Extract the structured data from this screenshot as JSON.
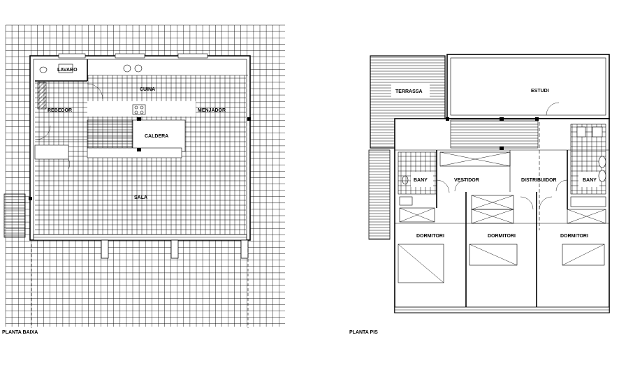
{
  "ground_floor": {
    "title": "PLANTA BAIXA",
    "rooms": {
      "lavabo": "LAVABO",
      "cuina": "CUINA",
      "rebedor": "REBEDOR",
      "menjador": "MENJADOR",
      "caldera": "CALDERA",
      "sala": "SALA"
    }
  },
  "upper_floor": {
    "title": "PLANTA PIS",
    "rooms": {
      "terrassa": "TERRASSA",
      "estudi": "ESTUDI",
      "bany_left": "BANY",
      "vestidor": "VESTIDOR",
      "distribuidor": "DISTRIBUIDOR",
      "bany_right": "BANY",
      "dormitori_1": "DORMITORI",
      "dormitori_2": "DORMITORI",
      "dormitori_3": "DORMITORI"
    }
  }
}
